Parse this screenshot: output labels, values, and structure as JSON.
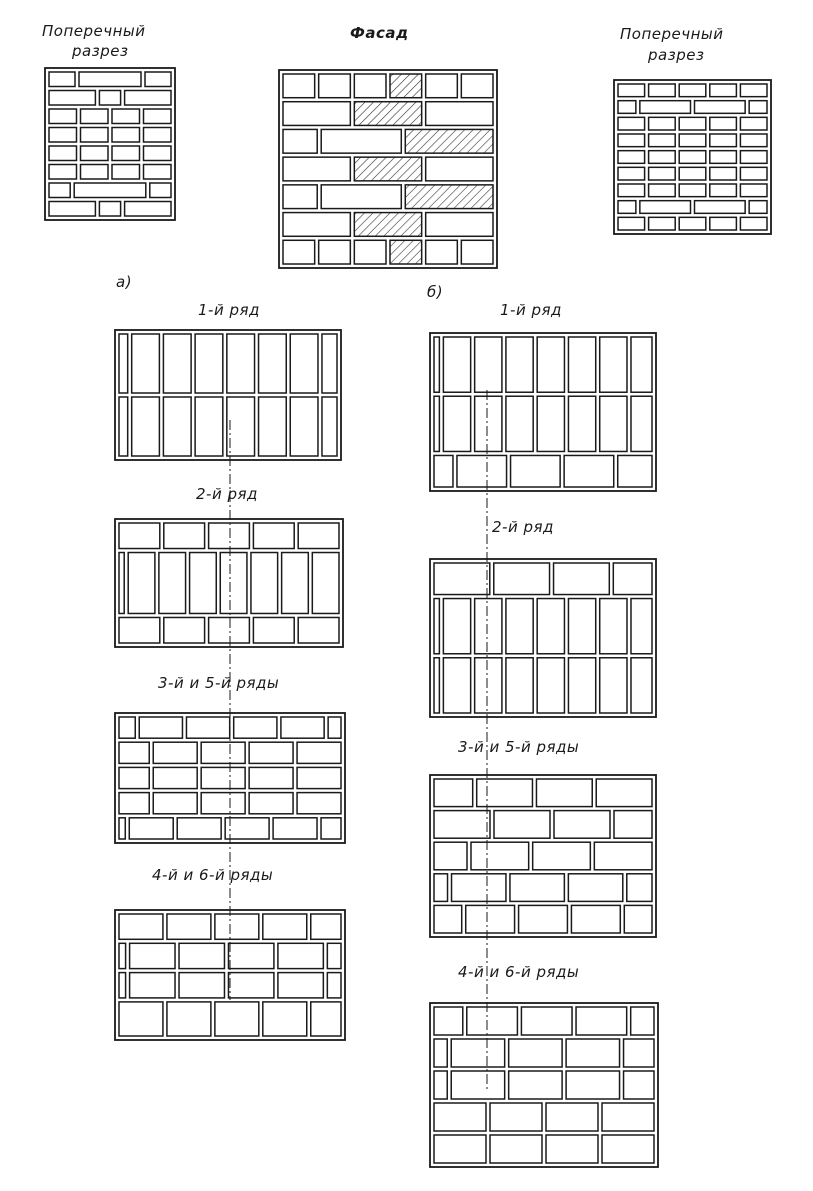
{
  "labels": {
    "section_left_l1": "Поперечный",
    "section_left_l2": "разрез",
    "facade": "Фасад",
    "section_right_l1": "Поперечный",
    "section_right_l2": "разрез",
    "label_a": "а)",
    "label_b": "б)",
    "a_row1": "1-й ряд",
    "a_row2": "2-й ряд",
    "a_row35": "3-й и 5-й ряды",
    "a_row46": "4-й и 6-й ряды",
    "b_row1": "1-й ряд",
    "b_row2": "2-й ряд",
    "b_row35": "3-й и 5-й ряды",
    "b_row46": "4-й и 6-й ряды"
  },
  "colors": {
    "line": "#1a1a1a",
    "background": "#ffffff",
    "hatch": "#333333"
  }
}
